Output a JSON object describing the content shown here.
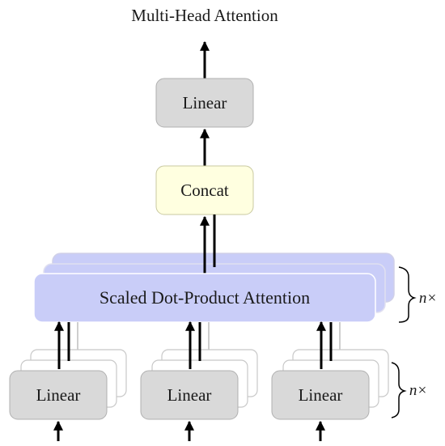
{
  "diagram": {
    "title": "Multi-Head Attention",
    "top_linear_label": "Linear",
    "concat_label": "Concat",
    "attention_label": "Scaled Dot-Product Attention",
    "attention_repeat_label": "n×",
    "input_linear_labels": [
      "Linear",
      "Linear",
      "Linear"
    ],
    "input_repeat_label": "n×"
  },
  "colors": {
    "linear_fill": "#d9d9d9",
    "concat_fill": "#ffffe0",
    "attention_fill": "#c9cdf8",
    "arrow": "#000000",
    "box_stroke": "#b0b0b0"
  }
}
